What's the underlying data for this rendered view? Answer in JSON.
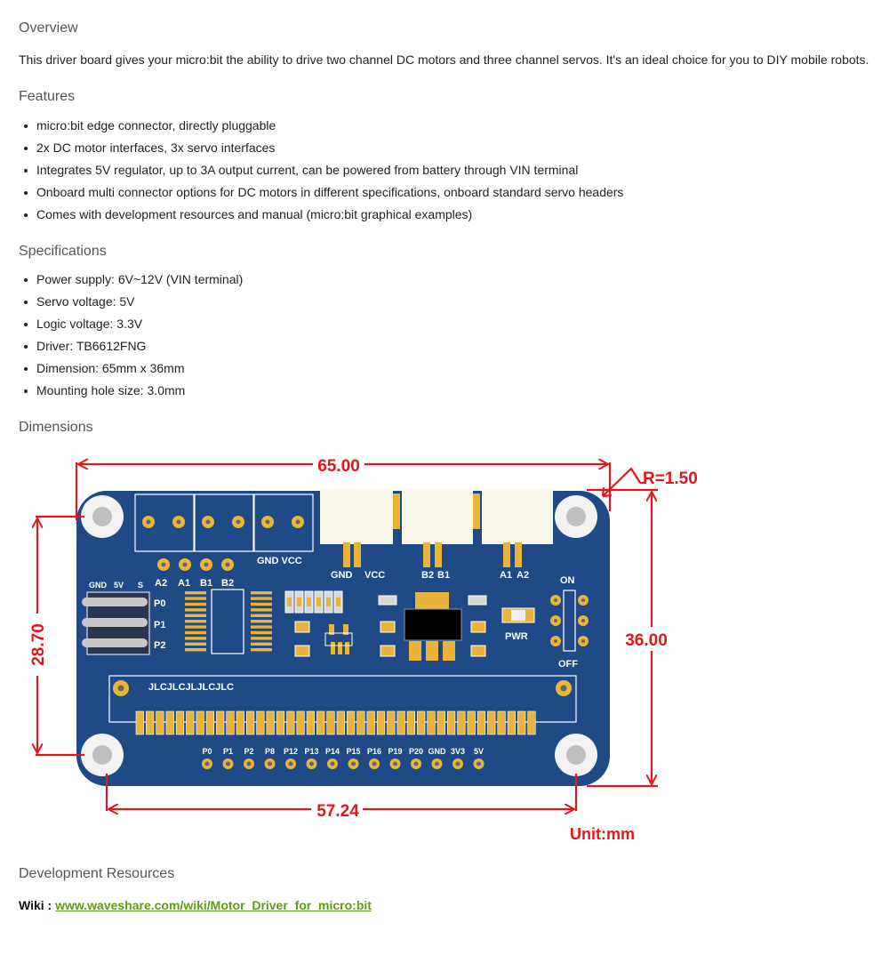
{
  "overview": {
    "heading": "Overview",
    "text": "This driver board gives your micro:bit the ability to drive two channel DC motors and three channel servos. It's an ideal choice for you to DIY mobile robots."
  },
  "features": {
    "heading": "Features",
    "items": [
      "micro:bit edge connector, directly pluggable",
      "2x DC motor interfaces, 3x servo interfaces",
      "Integrates 5V regulator, up to 3A output current, can be powered from battery through VIN terminal",
      "Onboard multi connector options for DC motors in different specifications, onboard standard servo headers",
      "Comes with development resources and manual (micro:bit graphical examples)"
    ]
  },
  "specifications": {
    "heading": "Specifications",
    "items": [
      "Power supply: 6V~12V (VIN terminal)",
      "Servo voltage: 5V",
      "Logic voltage: 3.3V",
      "Driver: TB6612FNG",
      "Dimension: 65mm x 36mm",
      "Mounting hole size: 3.0mm"
    ]
  },
  "dimensions": {
    "heading": "Dimensions",
    "drawing": {
      "width_label": "65.00",
      "height_label": "36.00",
      "hole_vertical_label": "28.70",
      "hole_horizontal_label": "57.24",
      "radius_label": "R=1.50",
      "unit_label": "Unit:mm",
      "colors": {
        "board": "#1f4a86",
        "pad": "#e8b53a",
        "dimension": "#e8141c",
        "silk": "#ffffff"
      },
      "silk": {
        "terminal_label": "GND VCC",
        "motor_pads": [
          "A2",
          "A1",
          "B1",
          "B2"
        ],
        "servo_header": [
          "GND",
          "5V",
          "S"
        ],
        "servo_rows": [
          "P0",
          "P1",
          "P2"
        ],
        "connector1": [
          "GND",
          "VCC"
        ],
        "connector2": [
          "B2",
          "B1"
        ],
        "connector3": [
          "A1",
          "A2"
        ],
        "pwr": "PWR",
        "switch_on": "ON",
        "switch_off": "OFF",
        "jlc": "JLCJLCJLJLCJLC",
        "pin_labels": [
          "P0",
          "P1",
          "P2",
          "P8",
          "P12",
          "P13",
          "P14",
          "P15",
          "P16",
          "P19",
          "P20",
          "GND",
          "3V3",
          "5V"
        ]
      }
    }
  },
  "resources": {
    "heading": "Development Resources",
    "wiki_label": "Wiki : ",
    "wiki_link": "www.waveshare.com/wiki/Motor_Driver_for_micro:bit"
  }
}
